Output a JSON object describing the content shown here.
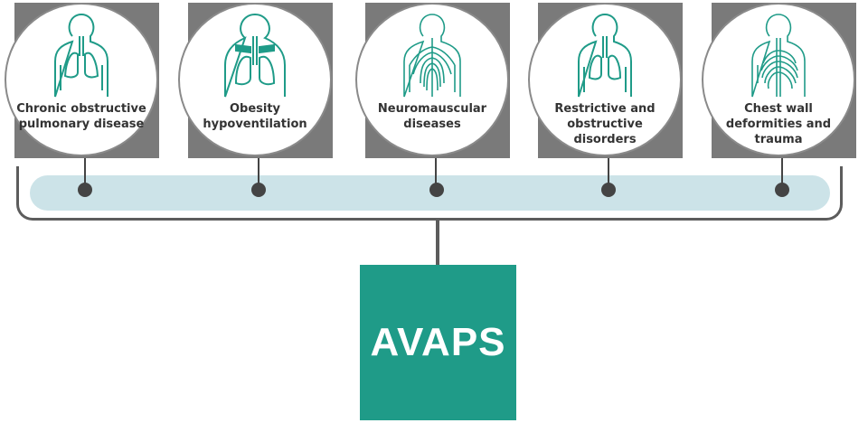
{
  "colors": {
    "teal": "#1f9b88",
    "bar": "#cce3e8",
    "connector": "#444444",
    "text": "#333333"
  },
  "conditions": [
    {
      "label": "Chronic obstructive pulmonary disease",
      "icon": "copd-lungs-icon"
    },
    {
      "label": "Obesity hypoventilation",
      "icon": "obesity-airway-icon"
    },
    {
      "label": "Neuromauscular diseases",
      "icon": "neuromuscular-nerves-icon"
    },
    {
      "label": "Restrictive and obstructive disorders",
      "icon": "restrictive-lungs-icon"
    },
    {
      "label": "Chest wall deformities and trauma",
      "icon": "chest-wall-ribs-icon"
    }
  ],
  "center": {
    "label": "AVAPS"
  }
}
